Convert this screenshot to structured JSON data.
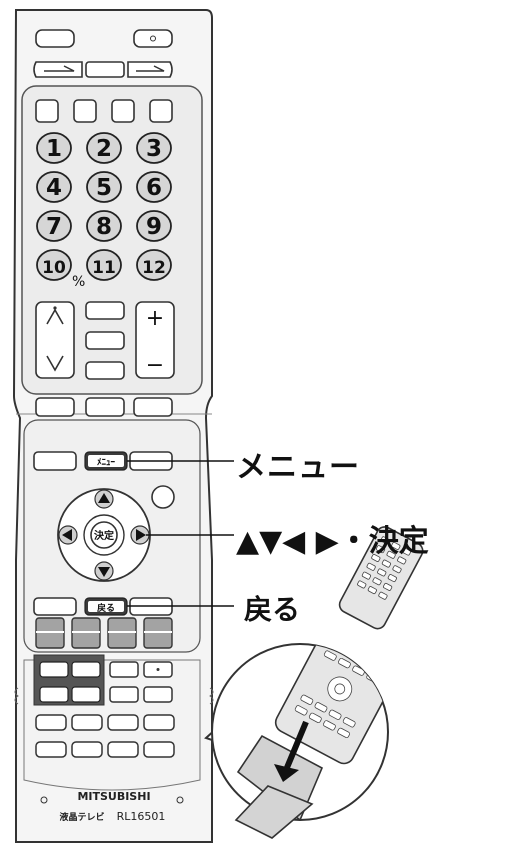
{
  "remote": {
    "digits": [
      "1",
      "2",
      "3",
      "4",
      "5",
      "6",
      "7",
      "8",
      "9",
      "10",
      "11",
      "12"
    ],
    "tail_mark": "%",
    "plus": "+",
    "minus": "−",
    "up": "^",
    "down": "v",
    "menu_key": "ﾒﾆｭｰ",
    "enter_key": "決定",
    "back_key": "戻る",
    "brand": "MITSUBISHI",
    "product": "液晶テレビ",
    "model": "RL16501"
  },
  "callouts": {
    "menu": "メニュー",
    "nav_enter": "▲▼◀ ▶・決定",
    "back": "戻る"
  },
  "icons": [
    "arrow-up-icon",
    "arrow-down-icon",
    "arrow-left-icon",
    "arrow-right-icon",
    "cover-slide-arrow-icon"
  ],
  "colors": {
    "outline": "#333333",
    "body": "#f4f4f4",
    "inner": "#ebebeb",
    "gray_key": "#9e9e9e",
    "dark_key": "#555555",
    "digit_key": "#d6d6d6"
  }
}
